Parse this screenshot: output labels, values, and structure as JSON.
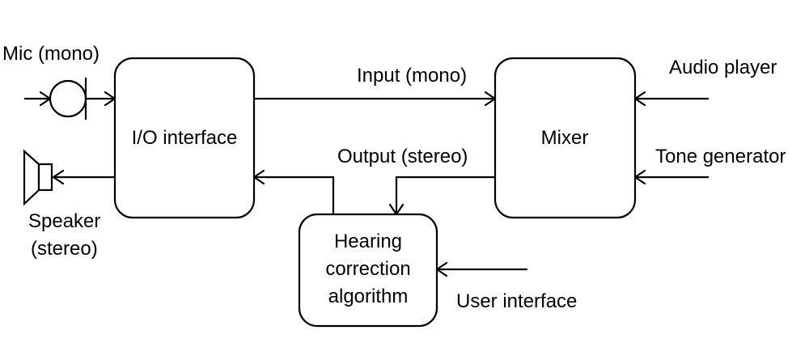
{
  "blocks": {
    "io_interface": "I/O interface",
    "mixer": "Mixer",
    "hearing_correction": [
      "Hearing",
      "correction",
      "algorithm"
    ]
  },
  "labels": {
    "mic": "Mic (mono)",
    "speaker": [
      "Speaker",
      "(stereo)"
    ],
    "input": "Input (mono)",
    "output": "Output (stereo)",
    "audio_player": "Audio player",
    "tone_generator": "Tone generator",
    "user_interface": "User interface"
  },
  "icons": {
    "mic": "microphone-icon",
    "speaker": "speaker-icon"
  },
  "colors": {
    "stroke": "#000000",
    "background": "#ffffff"
  }
}
